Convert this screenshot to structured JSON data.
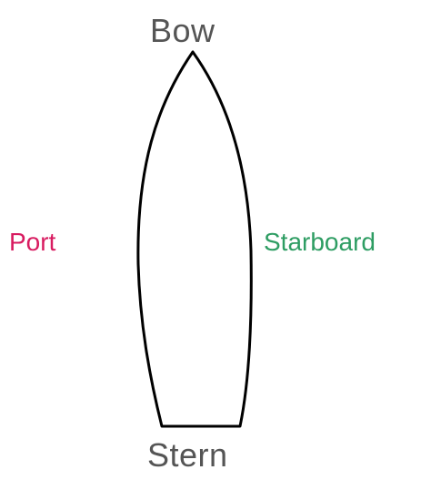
{
  "labels": {
    "bow": "Bow",
    "stern": "Stern",
    "port": "Port",
    "starboard": "Starboard"
  },
  "colors": {
    "hull_stroke": "#000000",
    "bow_stern_text": "#555555",
    "port_text": "#d81b60",
    "starboard_text": "#2e9d63"
  }
}
